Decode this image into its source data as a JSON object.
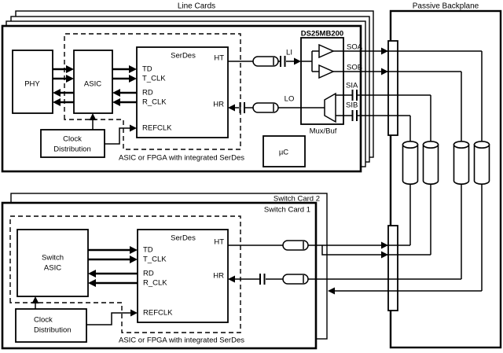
{
  "titles": {
    "line_cards": "Line Cards",
    "passive_backplane": "Passive Backplane"
  },
  "line_card": {
    "phy": "PHY",
    "asic": "ASIC",
    "serdes": {
      "title": "SerDes",
      "td": "TD",
      "t_clk": "T_CLK",
      "rd": "RD",
      "r_clk": "R_CLK",
      "refclk": "REFCLK",
      "ht": "HT",
      "hr": "HR"
    },
    "clock": {
      "line1": "Clock",
      "line2": "Distribution"
    },
    "caption": "ASIC or FPGA with integrated SerDes",
    "micro": "µC",
    "muxbuf": {
      "part": "DS25MB200",
      "label": "Mux/Buf",
      "li": "LI",
      "lo": "LO",
      "soa": "SOA",
      "sob": "SOB",
      "sia": "SIA",
      "sib": "SIB"
    }
  },
  "switch_card": {
    "card2": "Switch Card 2",
    "card1": "Switch Card 1",
    "asic": {
      "line1": "Switch",
      "line2": "ASIC"
    },
    "serdes": {
      "title": "SerDes",
      "td": "TD",
      "t_clk": "T_CLK",
      "rd": "RD",
      "r_clk": "R_CLK",
      "refclk": "REFCLK",
      "ht": "HT",
      "hr": "HR"
    },
    "clock": {
      "line1": "Clock",
      "line2": "Distribution"
    },
    "caption": "ASIC or FPGA with integrated SerDes"
  },
  "colors": {
    "ink": "#000000",
    "paper": "#ffffff"
  }
}
